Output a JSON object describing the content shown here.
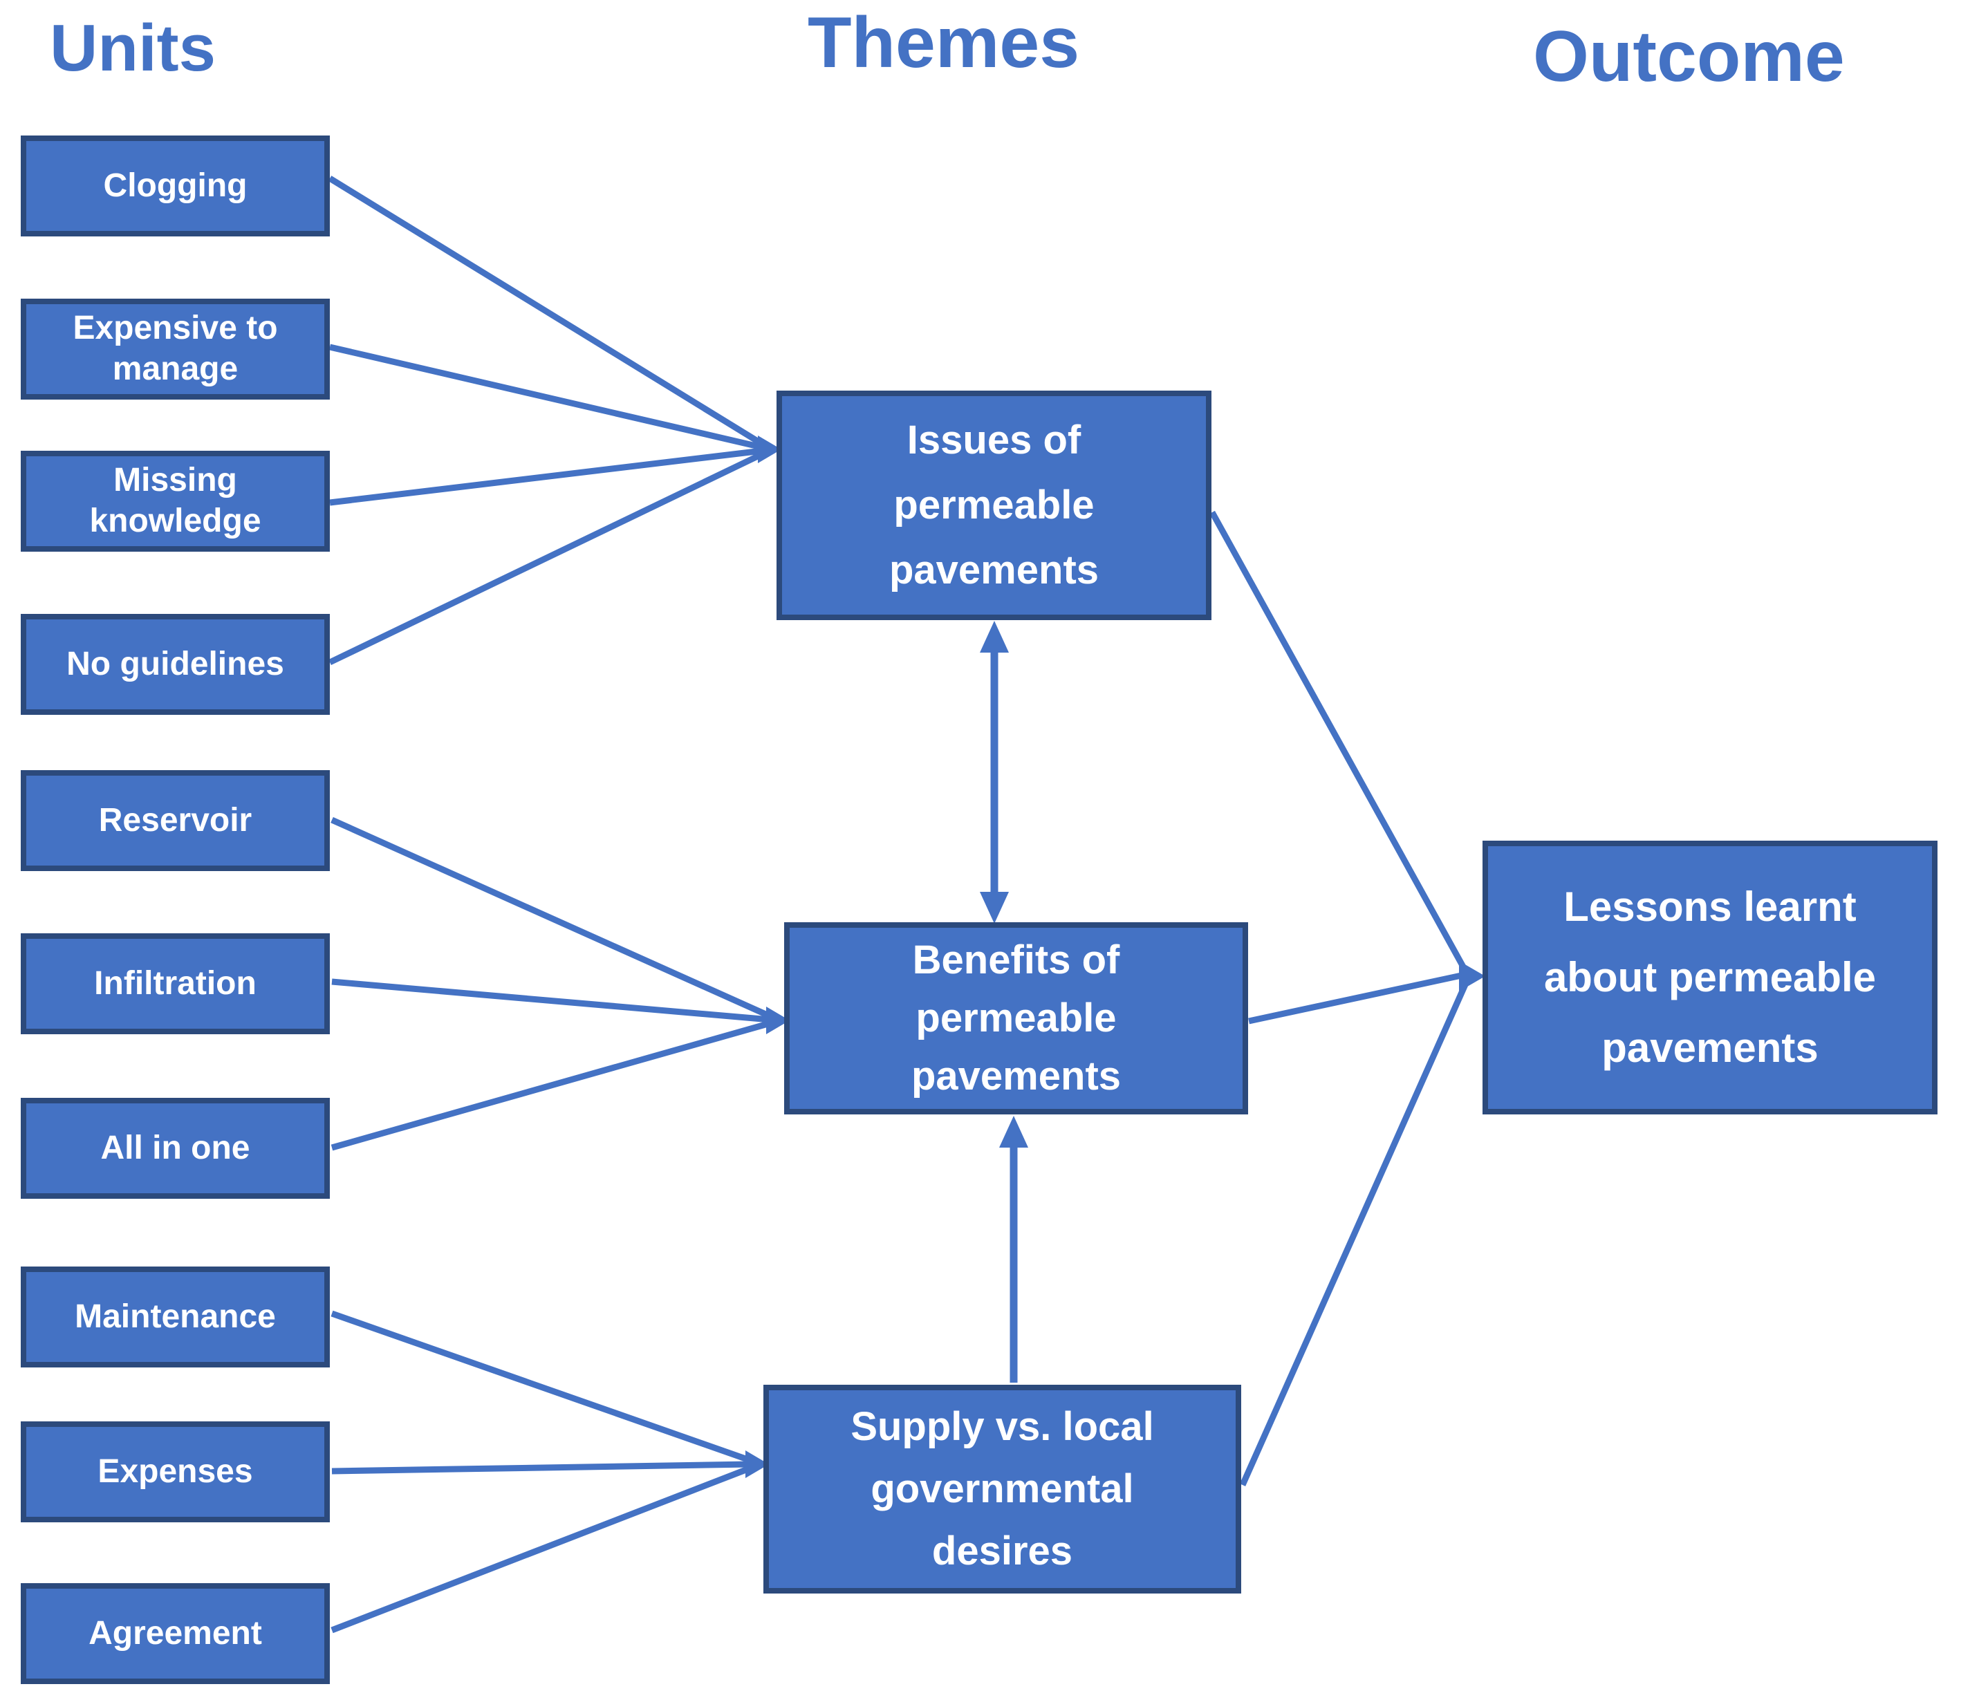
{
  "headers": {
    "units": "Units",
    "themes": "Themes",
    "outcome": "Outcome"
  },
  "units": {
    "items": [
      "Clogging",
      "Expensive to\nmanage",
      "Missing\nknowledge",
      "No guidelines",
      "Reservoir",
      "Infiltration",
      "All in one",
      "Maintenance",
      "Expenses",
      "Agreement"
    ]
  },
  "themes": {
    "issues": "Issues of\npermeable\npavements",
    "benefits": "Benefits of\npermeable\npavements",
    "supply": "Supply vs. local\ngovernmental\ndesires"
  },
  "outcome": {
    "label": "Lessons learnt\nabout permeable\npavements"
  },
  "edges": {
    "units_to_themes": [
      {
        "from": "Clogging",
        "to": "Issues of permeable pavements"
      },
      {
        "from": "Expensive to manage",
        "to": "Issues of permeable pavements"
      },
      {
        "from": "Missing knowledge",
        "to": "Issues of permeable pavements"
      },
      {
        "from": "No guidelines",
        "to": "Issues of permeable pavements"
      },
      {
        "from": "Reservoir",
        "to": "Benefits of permeable pavements"
      },
      {
        "from": "Infiltration",
        "to": "Benefits of permeable pavements"
      },
      {
        "from": "All in one",
        "to": "Benefits of permeable pavements"
      },
      {
        "from": "Maintenance",
        "to": "Supply vs. local governmental desires"
      },
      {
        "from": "Expenses",
        "to": "Supply vs. local governmental desires"
      },
      {
        "from": "Agreement",
        "to": "Supply vs. local governmental desires"
      }
    ],
    "theme_relations": [
      {
        "from": "Issues of permeable pavements",
        "to": "Benefits of permeable pavements",
        "type": "double-arrow"
      },
      {
        "from": "Supply vs. local governmental desires",
        "to": "Benefits of permeable pavements",
        "type": "arrow"
      }
    ],
    "themes_to_outcome": [
      {
        "from": "Issues of permeable pavements",
        "to": "Lessons learnt about permeable pavements"
      },
      {
        "from": "Benefits of permeable pavements",
        "to": "Lessons learnt about permeable pavements"
      },
      {
        "from": "Supply vs. local governmental desires",
        "to": "Lessons learnt about permeable pavements"
      }
    ]
  },
  "colors": {
    "box_fill": "#4472C4",
    "box_border": "#2C4A7C",
    "connector": "#4472C4",
    "header_text": "#4472C4",
    "box_text": "#FFFFFF"
  }
}
